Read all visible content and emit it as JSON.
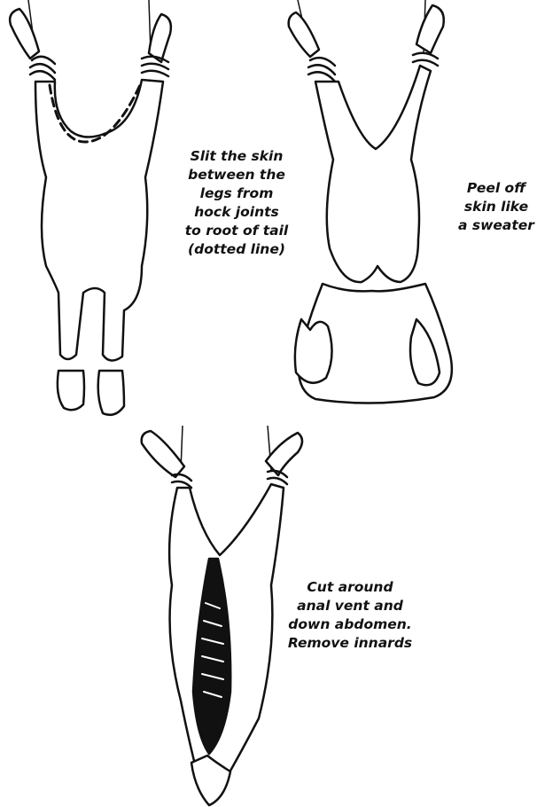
{
  "steps": [
    {
      "caption": [
        "Slit the skin",
        "between the",
        "legs from",
        "hock joints",
        "to root of tail",
        "(dotted line)"
      ]
    },
    {
      "caption": [
        "Peel off",
        "skin like",
        "a sweater"
      ]
    },
    {
      "caption": [
        "Cut around",
        "anal vent and",
        "down abdomen.",
        "Remove innards"
      ]
    }
  ],
  "colors": {
    "ink": "#111111",
    "paper": "#ffffff"
  }
}
